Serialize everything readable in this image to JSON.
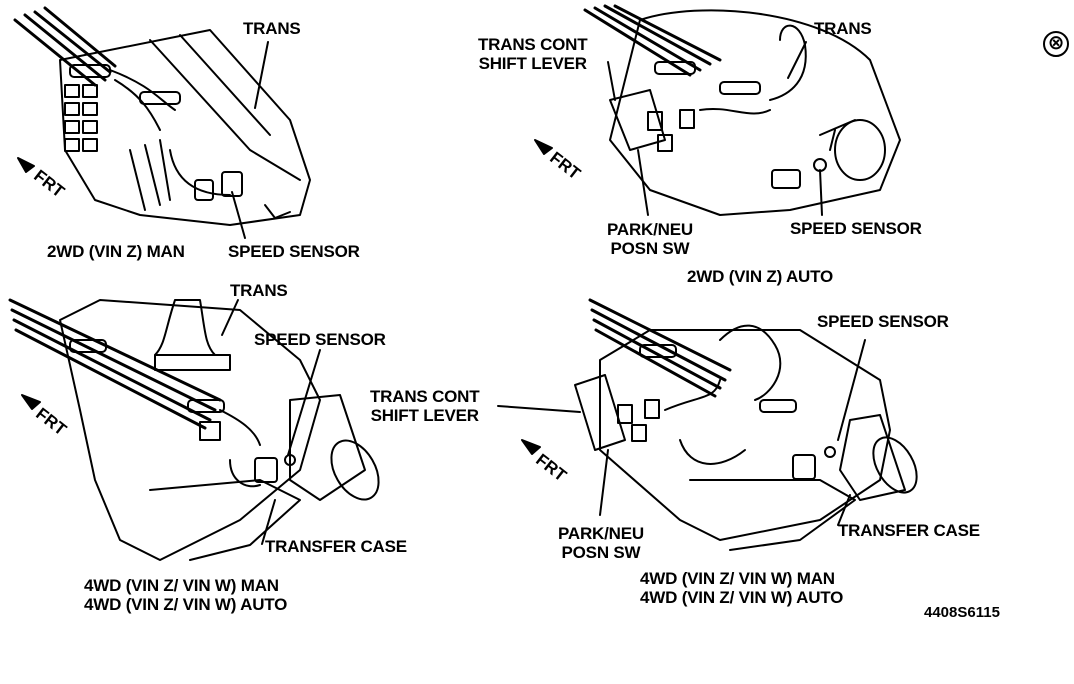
{
  "badge": "⊗",
  "panels": [
    {
      "id": "top-left",
      "caption": "2WD (VIN Z) MAN",
      "labels": {
        "trans": "TRANS",
        "speed_sensor": "SPEED SENSOR",
        "frt": "FRT"
      }
    },
    {
      "id": "top-right",
      "caption": "2WD (VIN Z) AUTO",
      "labels": {
        "trans_cont_line1": "TRANS CONT",
        "trans_cont_line2": "SHIFT LEVER",
        "trans": "TRANS",
        "park_neu_line1": "PARK/NEU",
        "park_neu_line2": "POSN SW",
        "speed_sensor": "SPEED SENSOR",
        "frt": "FRT"
      }
    },
    {
      "id": "bottom-left",
      "caption_line1": "4WD (VIN Z/ VIN W) MAN",
      "caption_line2": "4WD (VIN Z/ VIN W) AUTO",
      "labels": {
        "trans": "TRANS",
        "speed_sensor": "SPEED SENSOR",
        "transfer_case": "TRANSFER CASE",
        "frt": "FRT"
      }
    },
    {
      "id": "bottom-right",
      "caption_line1": "4WD (VIN Z/ VIN W) MAN",
      "caption_line2": "4WD (VIN Z/ VIN W) AUTO",
      "labels": {
        "speed_sensor": "SPEED SENSOR",
        "trans_cont_line1": "TRANS CONT",
        "trans_cont_line2": "SHIFT LEVER",
        "park_neu_line1": "PARK/NEU",
        "park_neu_line2": "POSN SW",
        "transfer_case": "TRANSFER CASE",
        "frt": "FRT"
      }
    }
  ],
  "figure_id": "4408S6115"
}
